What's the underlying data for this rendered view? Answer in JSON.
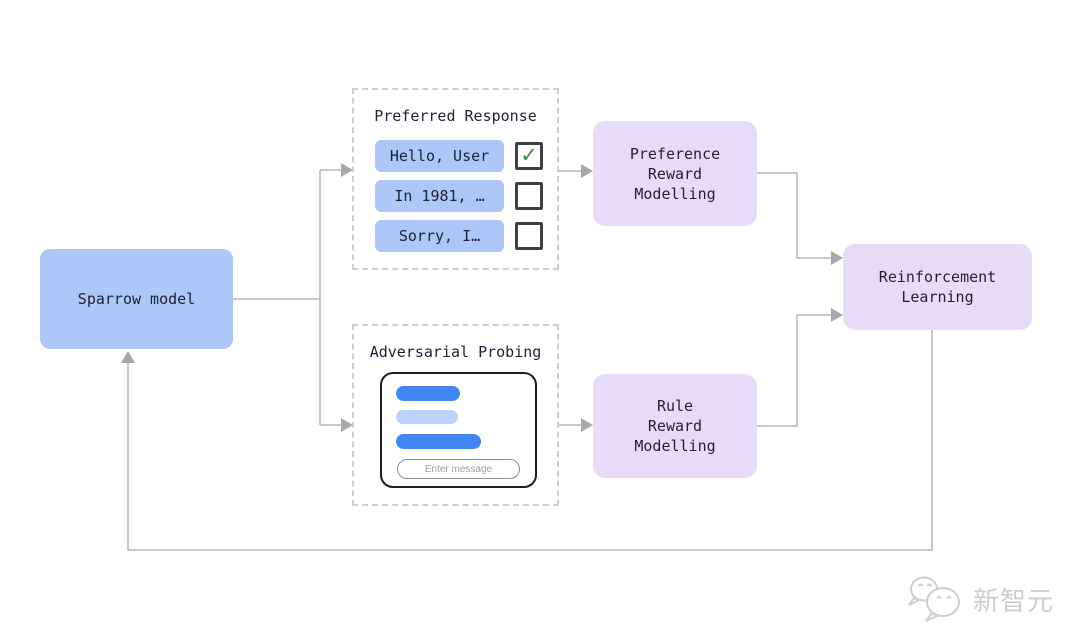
{
  "diagram": {
    "sparrow_box": {
      "label": "Sparrow model"
    },
    "preferred_panel": {
      "title": "Preferred Response",
      "check_symbol": "✓",
      "options": [
        {
          "label": "Hello, User",
          "checked": true
        },
        {
          "label": "In 1981, …",
          "checked": false
        },
        {
          "label": "Sorry, I…",
          "checked": false
        }
      ]
    },
    "adversarial_panel": {
      "title": "Adversarial Probing",
      "input_placeholder": "Enter message"
    },
    "preference_reward_box": {
      "label": "Preference\nReward\nModelling"
    },
    "rule_reward_box": {
      "label": "Rule\nReward\nModelling"
    },
    "reinforcement_box": {
      "label": "Reinforcement\nLearning"
    }
  },
  "watermark": {
    "brand": "新智元"
  },
  "colors": {
    "node_blue": "#adc7f8",
    "node_purple": "#e6dcf8",
    "bar_blue_dark": "#4285f4",
    "bar_blue_light": "#bdd2fb",
    "text_dark": "#1d2134",
    "connector_gray": "#b5b5b5",
    "check_green": "#3e8e41"
  }
}
